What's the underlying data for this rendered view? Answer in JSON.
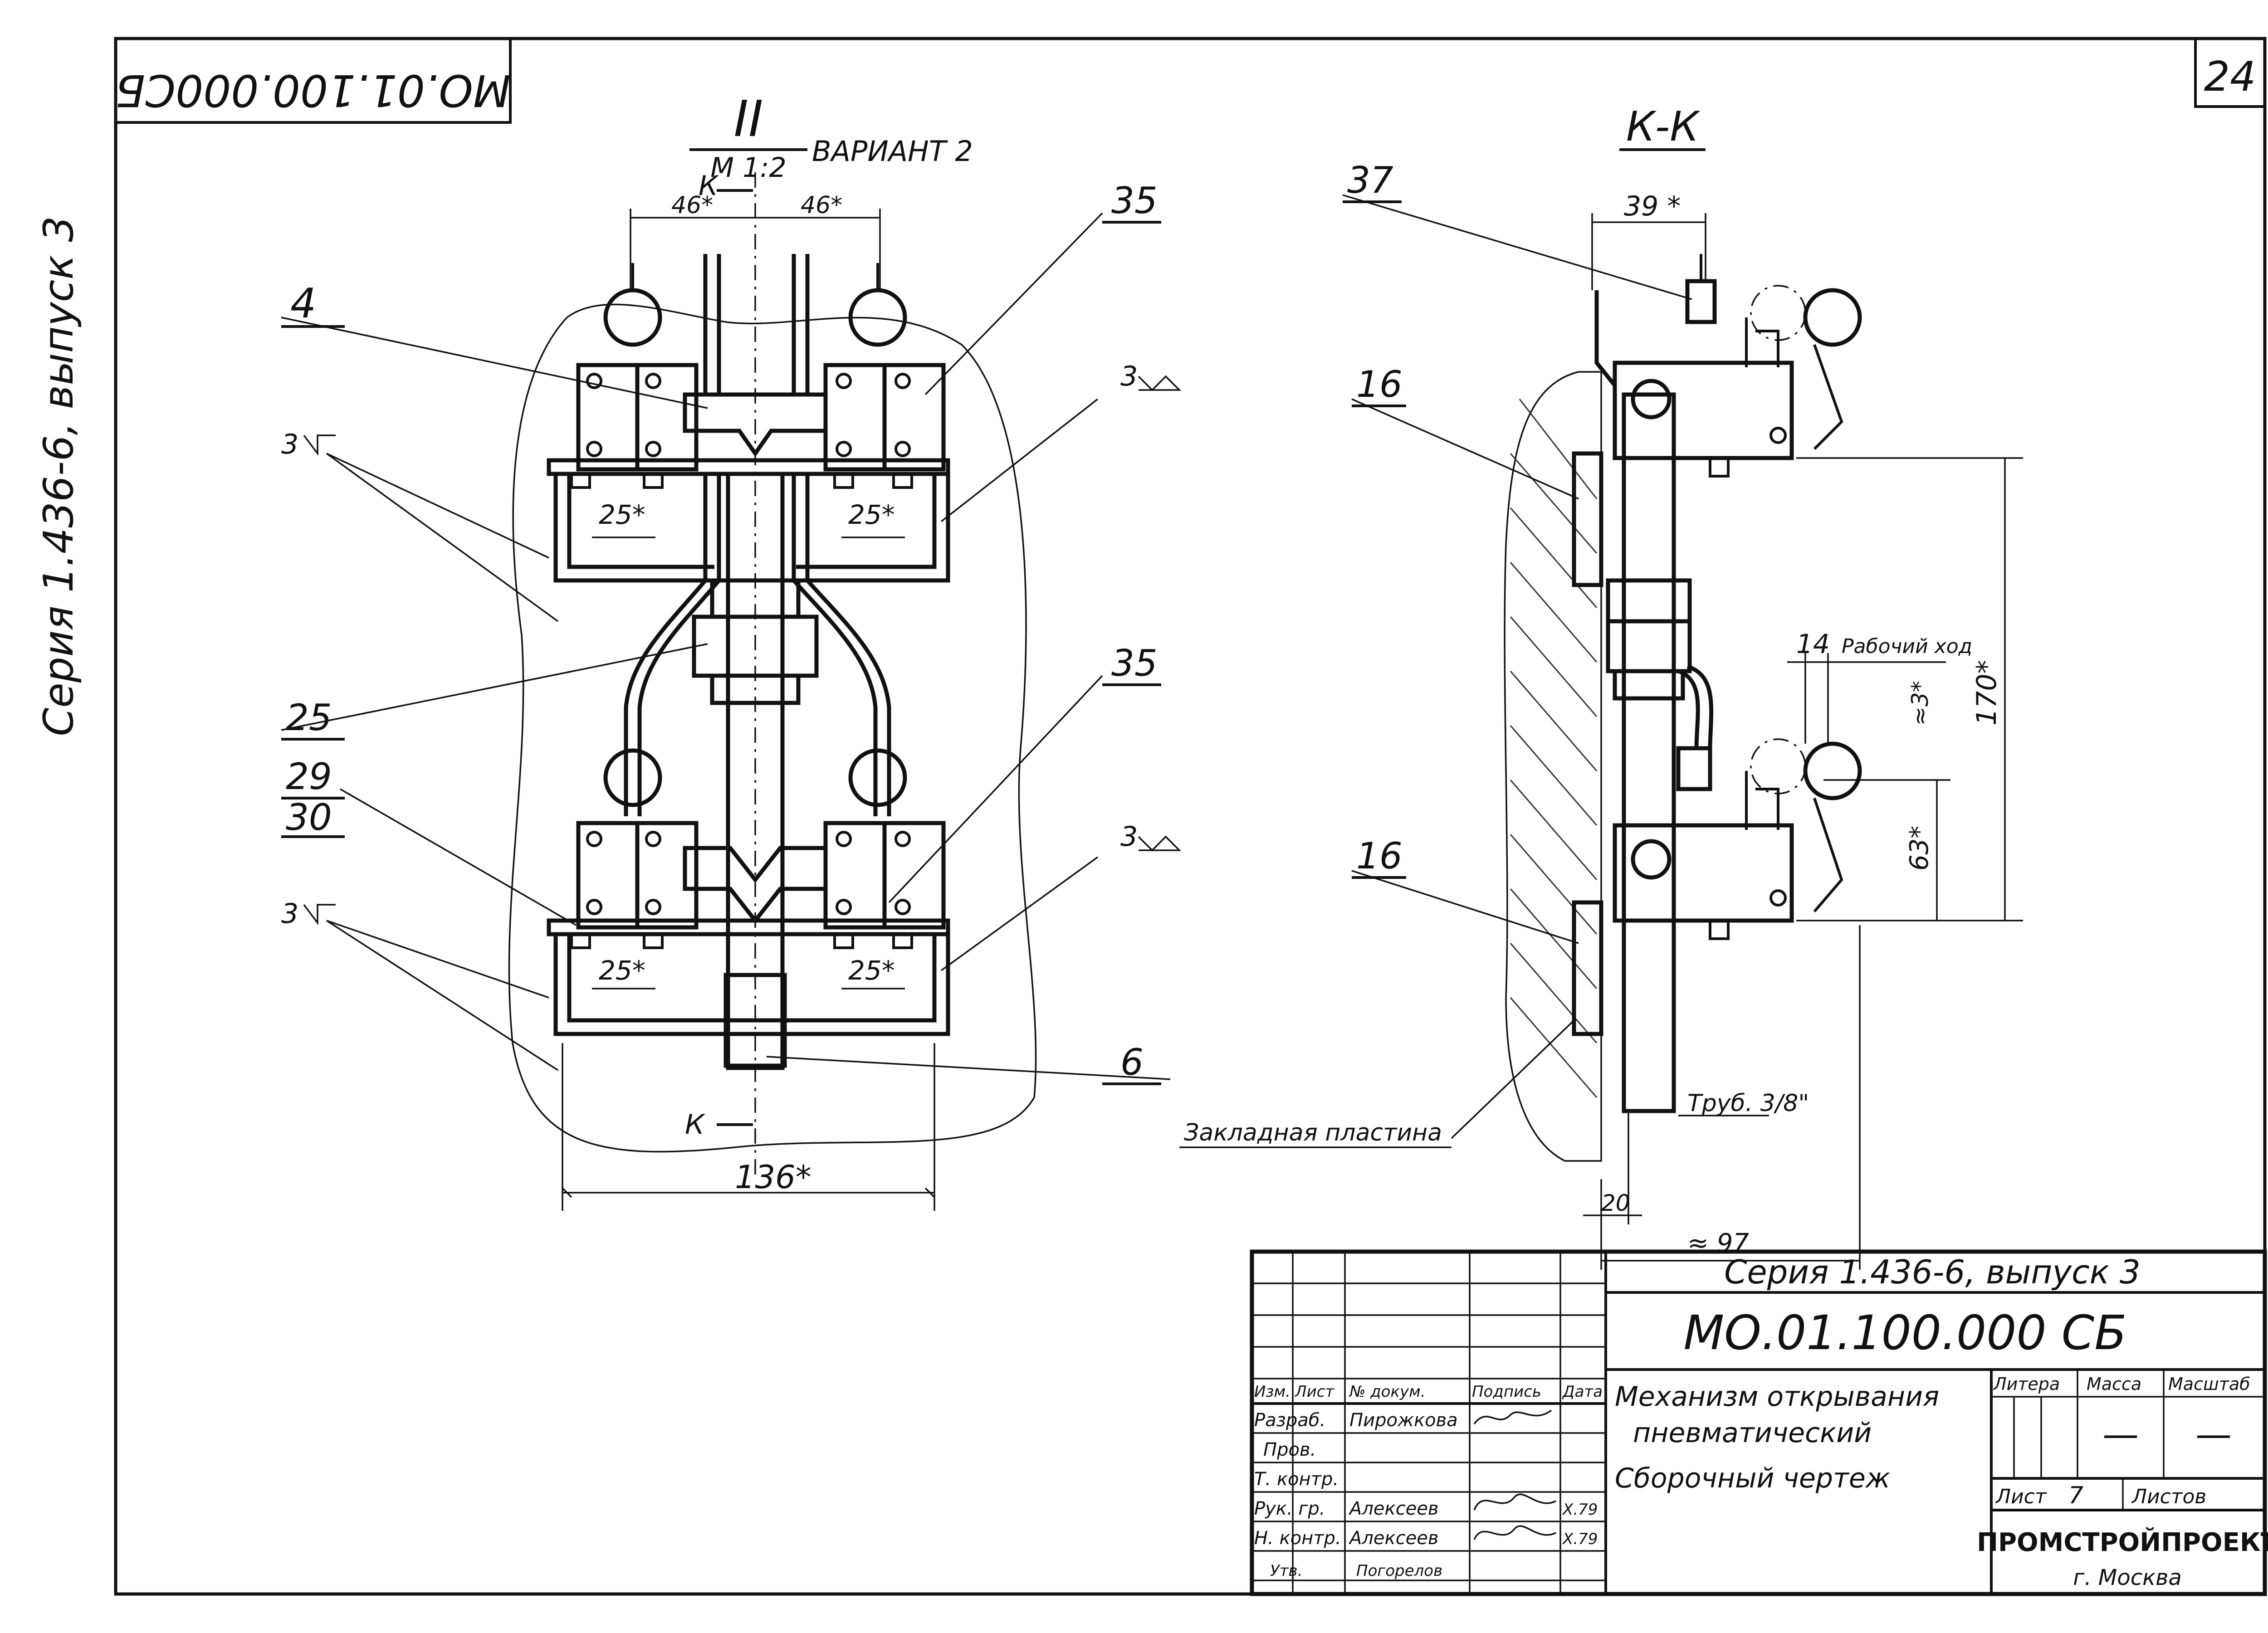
{
  "stamp_top": "МО.01.100.000СБ",
  "sheet_number": "24",
  "side_series": "Серия 1.436-6, выпуск 3",
  "view2": {
    "title": "II",
    "scale": "М 1:2",
    "variant": "ВАРИАНТ 2",
    "section_mark": "К",
    "dim_46a": "46*",
    "dim_46b": "46*",
    "dim_25a": "25*",
    "dim_25b": "25*",
    "dim_25c": "25*",
    "dim_25d": "25*",
    "dim_136": "136*",
    "callouts": {
      "c4": "4",
      "c35a": "35",
      "c35b": "35",
      "c25": "25",
      "c29": "29",
      "c30": "30",
      "c6": "6",
      "weld_left_top": "3",
      "weld_left_bot": "3",
      "weld_right_top": "3",
      "weld_right_bot": "3"
    }
  },
  "viewK": {
    "title": "К-К",
    "dim_39": "39 *",
    "dim_14": "14",
    "work_stroke": "Рабочий ход",
    "dim_3": "≈3*",
    "dim_63": "63*",
    "dim_170": "170*",
    "dim_20": "20",
    "dim_97": "≈ 97",
    "pipe": "Труб. 3/8\"",
    "embed_plate": "Закладная пластина",
    "callouts": {
      "c37": "37",
      "c16a": "16",
      "c16b": "16"
    }
  },
  "title_block": {
    "series": "Серия 1.436-6, выпуск 3",
    "code": "МО.01.100.000 СБ",
    "name_line1": "Механизм открывания",
    "name_line2": "пневматический",
    "name_line3": "Сборочный чертеж",
    "head_litera": "Литера",
    "head_mass": "Масса",
    "head_scale": "Масштаб",
    "mass_value": "—",
    "scale_value": "—",
    "sheet_label": "Лист",
    "sheet_value": "7",
    "sheets_label": "Листов",
    "org": "ПРОМСТРОЙПРОЕКТ",
    "city": "г. Москва",
    "col_izm": "Изм.",
    "col_list": "Лист",
    "col_doc": "№ докум.",
    "col_sign": "Подпись",
    "col_date": "Дата",
    "roles": [
      {
        "role": "Разраб.",
        "name": "Пирожкова",
        "date": ""
      },
      {
        "role": "Пров.",
        "name": "",
        "date": ""
      },
      {
        "role": "Т. контр.",
        "name": "",
        "date": ""
      },
      {
        "role": "Рук. гр.",
        "name": "Алексеев",
        "date": "X.79"
      },
      {
        "role": "Н. контр.",
        "name": "Алексеев",
        "date": "X.79"
      },
      {
        "role": "Утв.",
        "name": "Погорелов",
        "date": ""
      }
    ]
  }
}
